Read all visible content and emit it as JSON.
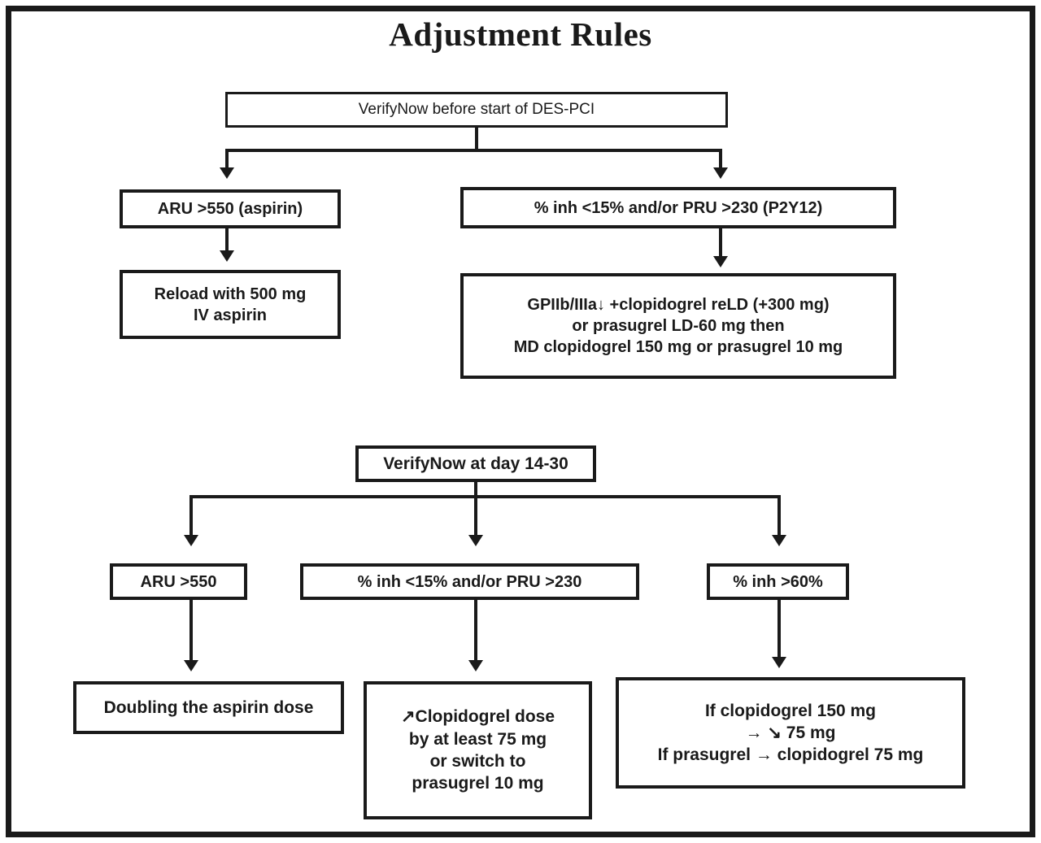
{
  "title": "Adjustment Rules",
  "flow": {
    "type": "flowchart",
    "section1": {
      "root": {
        "id": "verifynow-pre-pci",
        "text": "VerifyNow before start of DES-PCI"
      },
      "branches": [
        {
          "id": "aru-branch",
          "condition": "ARU >550 (aspirin)",
          "action_lines": [
            "Reload with 500 mg",
            "IV aspirin"
          ]
        },
        {
          "id": "pru-branch",
          "condition": "% inh <15% and/or PRU >230 (P2Y12)",
          "action_lines": [
            "GPIIb/IIIa↓ +clopidogrel reLD (+300 mg)",
            "or prasugrel LD-60 mg then",
            "MD clopidogrel 150 mg or prasugrel 10 mg"
          ]
        }
      ]
    },
    "section2": {
      "root": {
        "id": "verifynow-day-14-30",
        "text": "VerifyNow at day 14-30"
      },
      "branches": [
        {
          "id": "aru-high",
          "condition": "ARU >550",
          "action_lines": [
            "Doubling the aspirin dose"
          ]
        },
        {
          "id": "inh-low",
          "condition": "% inh <15% and/or PRU >230",
          "action_lines": [
            "↗Clopidogrel dose",
            "by at least 75 mg",
            "or switch to",
            "prasugrel 10 mg"
          ]
        },
        {
          "id": "inh-high",
          "condition": "% inh >60%",
          "action_lines": [
            "If clopidogrel 150 mg",
            "→ ↘ 75 mg",
            "If prasugrel → clopidogrel 75 mg"
          ]
        }
      ]
    }
  },
  "colors": {
    "ink": "#1a1a1a",
    "paper": "#ffffff"
  }
}
